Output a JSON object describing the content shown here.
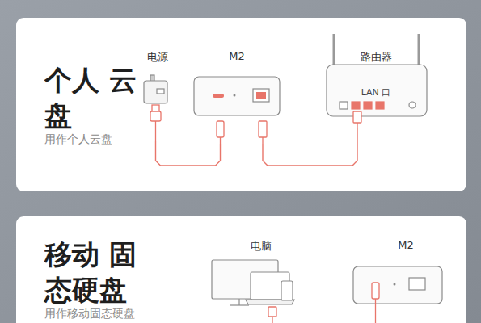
{
  "diagram": {
    "nodes": [
      {
        "text": [
          "个人 云盘",
          "用作个人云盘"
        ]
      },
      {
        "text": [
          "电源"
        ],
        "in": 0
      },
      {
        "text": [
          "M2"
        ],
        "in": 0
      },
      {
        "text": [
          "路由器",
          "LAN 口"
        ],
        "in": 0
      },
      {
        "text": [
          "移动 固态硬盘",
          "用作移动固态硬盘"
        ]
      },
      {
        "text": [
          "电脑"
        ],
        "in": 4
      },
      {
        "text": [
          "M2"
        ],
        "in": 4
      }
    ],
    "edges": [
      {
        "from": 1,
        "to": 2,
        "arrow": "none"
      },
      {
        "from": 2,
        "to": 3,
        "arrow": "none"
      }
    ]
  }
}
